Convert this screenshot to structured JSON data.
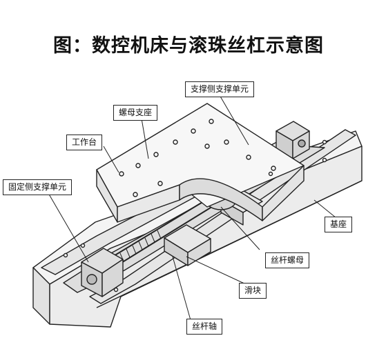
{
  "title": "图：数控机床与滚珠丝杠示意图",
  "labels": {
    "nut_seat": "螺母支座",
    "support_side_unit": "支撑侧支撑单元",
    "worktable": "工作台",
    "fixed_side_unit": "固定侧支撑单元",
    "base": "基座",
    "screw_nut": "丝杆螺母",
    "slider": "滑块",
    "screw_shaft": "丝杆轴"
  },
  "colors": {
    "line": "#222222",
    "fill": "#f4f4f4",
    "shade": "#d8d8d8"
  }
}
